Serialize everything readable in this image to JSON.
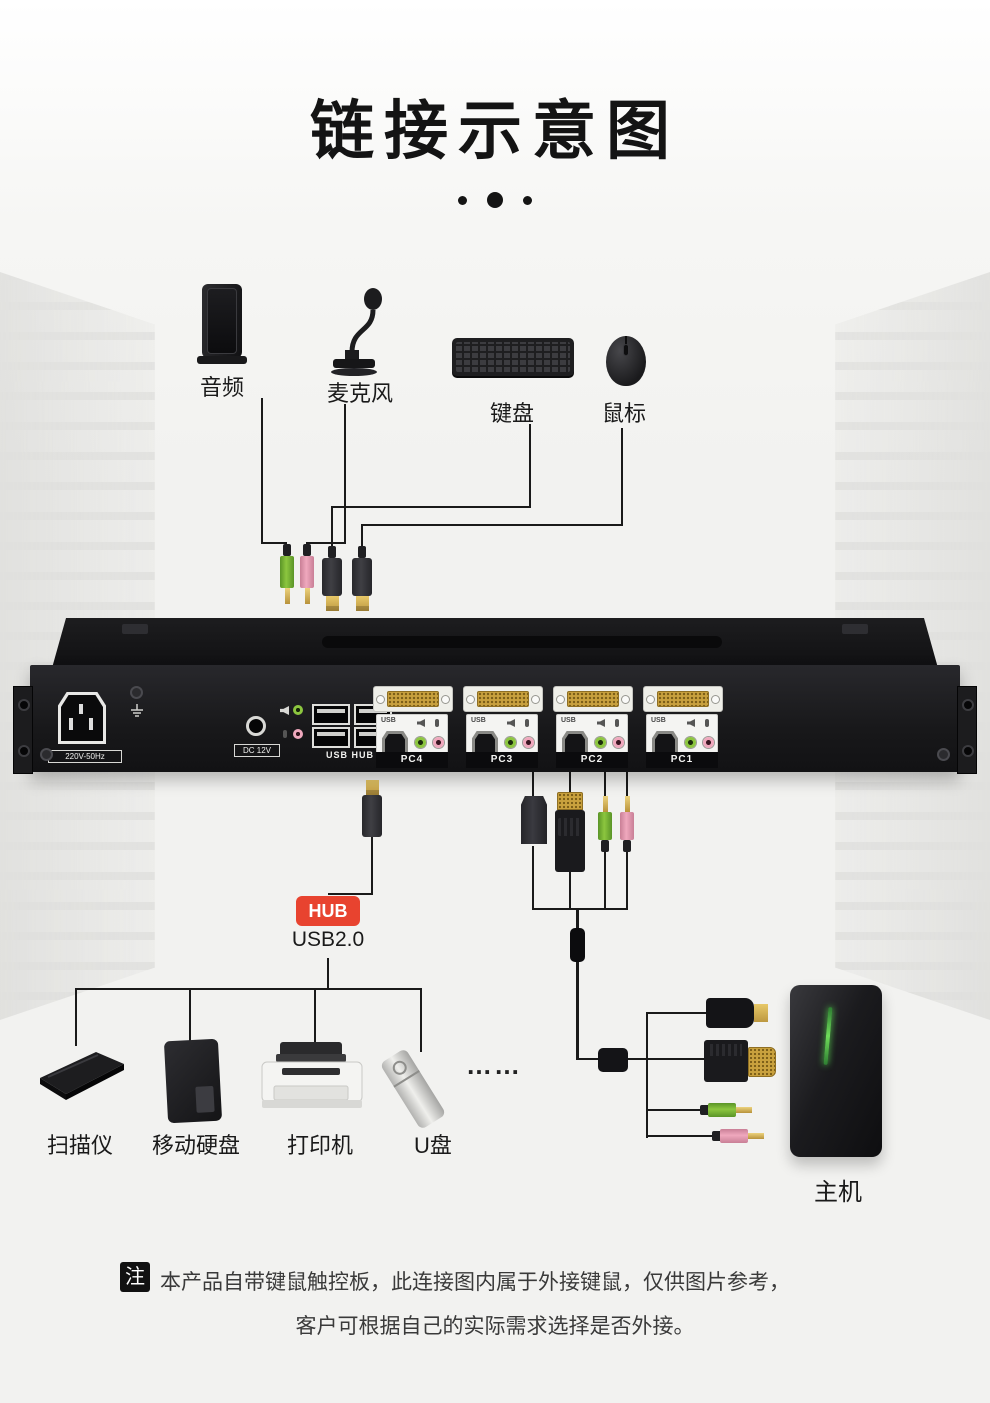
{
  "title": "链接示意图",
  "top_devices": {
    "audio": "音频",
    "microphone": "麦克风",
    "keyboard": "键盘",
    "mouse": "鼠标"
  },
  "kvm": {
    "power": "220V-50Hz",
    "dc": "DC 12V",
    "usb_hub": "USB HUB",
    "usb": "USB",
    "pc_ports": [
      {
        "label": "PC4"
      },
      {
        "label": "PC3"
      },
      {
        "label": "PC2"
      },
      {
        "label": "PC1"
      }
    ]
  },
  "hub": {
    "badge": "HUB",
    "type": "USB2.0"
  },
  "peripherals": {
    "scanner": "扫描仪",
    "hdd": "移动硬盘",
    "printer": "打印机",
    "udisk": "U盘",
    "more": "……"
  },
  "host": "主机",
  "note": {
    "badge": "注",
    "line1": "本产品自带键鼠触控板，此连接图内属于外接键鼠，仅供图片参考，",
    "line2": "客户可根据自己的实际需求选择是否外接。"
  },
  "colors": {
    "hub_badge": "#e8432f",
    "jack_green": "#8cc63f",
    "jack_pink": "#efa8bd",
    "connector_gold": "#c9a13e"
  }
}
